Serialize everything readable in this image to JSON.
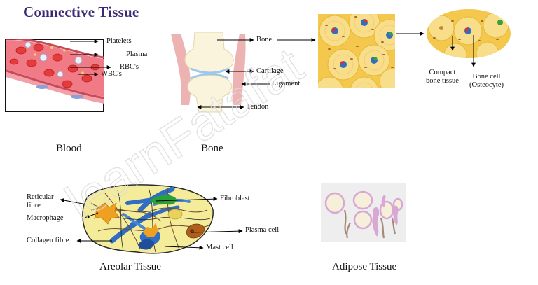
{
  "title": "Connective Tissue",
  "watermark": "learnFatafat",
  "colors": {
    "title": "#3b2a73",
    "plasma": "#f07a86",
    "rbc": "#e63b3b",
    "bone_yellow": "#f3c84d",
    "areolar_fill": "#f5ec9a",
    "fibre_blue": "#2f6ec2",
    "adipose_pink": "#d9a7d4"
  },
  "blood": {
    "caption": "Blood",
    "labels": {
      "platelets": "Platelets",
      "plasma": "Plasma",
      "rbc": "RBC's",
      "wbc": "WBC's"
    }
  },
  "bone_joint": {
    "caption": "Bone",
    "labels": {
      "bone": "Bone",
      "cartilage": "Cartilage",
      "ligament": "Ligament",
      "tendon": "Tendon"
    }
  },
  "bone_tissue": {
    "labels": {
      "compact": "Compact\nbone tissue",
      "bone_cell": "Bone cell\n(Osteocyte)"
    }
  },
  "areolar": {
    "caption": "Areolar Tissue",
    "labels": {
      "reticular": "Reticular\nfibre",
      "macrophage": "Macrophage",
      "collagen": "Collagen fibre",
      "fibroblast": "Fibroblast",
      "plasma_cell": "Plasma cell",
      "mast_cell": "Mast cell"
    }
  },
  "adipose": {
    "caption": "Adipose Tissue"
  }
}
